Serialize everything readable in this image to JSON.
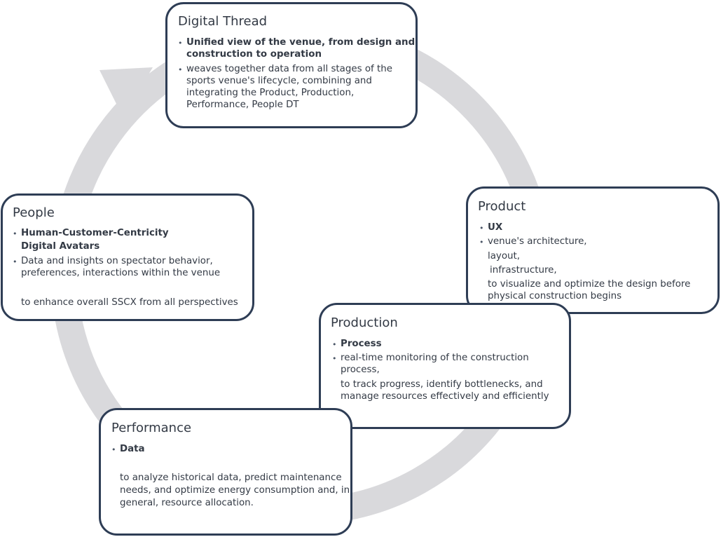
{
  "colors": {
    "box_border": "#2e3d55",
    "ring": "#d9d9dc",
    "text": "#333a45"
  },
  "digital_thread": {
    "title": "Digital Thread",
    "b1_line1": "Unified view of the venue, from design and",
    "b1_line2": "construction to operation",
    "b2_line1": "weaves together data from all stages of the",
    "b2_line2": "sports venue's lifecycle, combining and",
    "b2_line3": "integrating the Product, Production,",
    "b2_line4": "Performance, People DT"
  },
  "people": {
    "title": "People",
    "b1_line1": "Human-Customer-Centricity",
    "b1_line2": "Digital Avatars",
    "b2_line1": "Data and insights on spectator behavior,",
    "b2_line2": "preferences, interactions within the venue",
    "line3": "to enhance overall SSCX from all perspectives"
  },
  "product": {
    "title": "Product",
    "b1": "UX",
    "b2_line1": "venue's architecture,",
    "line2": "layout,",
    "line3": "infrastructure,",
    "line4": "to visualize and optimize the design before",
    "line5": "physical construction begins"
  },
  "production": {
    "title": "Production",
    "b1": "Process",
    "b2_line1": "real-time monitoring of the construction",
    "b2_line2": "process,",
    "line3": "to track progress, identify bottlenecks, and",
    "line4": "manage resources effectively and efficiently"
  },
  "performance": {
    "title": "Performance",
    "b1": "Data",
    "line1": "to analyze historical data, predict maintenance",
    "line2": "needs, and optimize energy consumption and, in",
    "line3": "general, resource allocation."
  }
}
